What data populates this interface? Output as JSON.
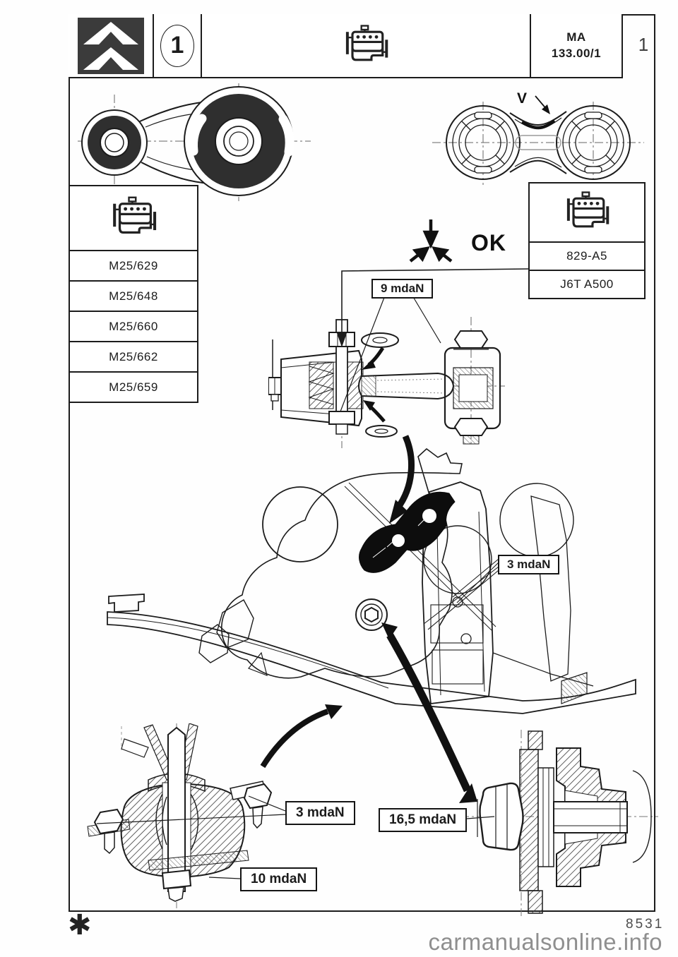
{
  "header": {
    "logo_name": "citroen-double-chevron",
    "figure_badge": "1",
    "doc_code": {
      "line1": "MA",
      "line2": "133.00/1"
    },
    "page_number": "1"
  },
  "applicability": {
    "engine_models": [
      "M25/629",
      "M25/648",
      "M25/660",
      "M25/662",
      "M25/659"
    ],
    "engine_codes": [
      "829-A5",
      "J6T A500"
    ]
  },
  "annotations": {
    "v_label": "V",
    "ok_label": "OK",
    "torque_upper_link": "9 mdaN",
    "torque_engine_side": "3 mdaN",
    "torque_mount_upper": "3 mdaN",
    "torque_crankshaft_pulley": "16,5 mdaN",
    "torque_mount_lower": "10 mdaN"
  },
  "footer": {
    "note_symbol": "✱",
    "reference": "8531",
    "watermark": "carmanualsonline.info"
  },
  "colors": {
    "ink": "#1c1c1c",
    "bushing_fill": "#2f2f2f",
    "watermark_gray": "#8f8f8f"
  }
}
